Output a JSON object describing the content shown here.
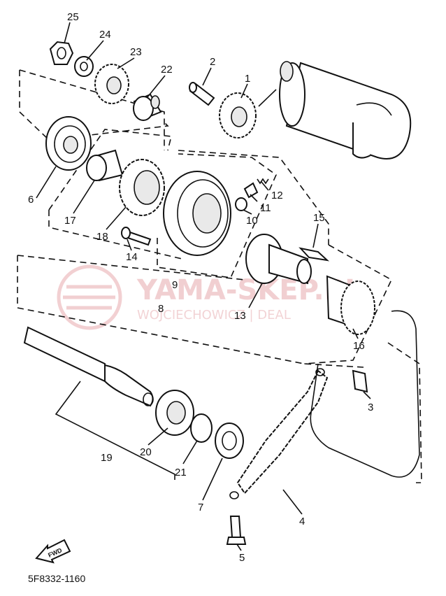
{
  "diagram": {
    "callouts": [
      "1",
      "2",
      "3",
      "4",
      "5",
      "6",
      "7",
      "8",
      "9",
      "10",
      "11",
      "12",
      "13",
      "14",
      "15",
      "16",
      "17",
      "18",
      "19",
      "20",
      "21",
      "22",
      "23",
      "24",
      "25"
    ],
    "fwd_label": "FWD",
    "drawing_code": "5F8332-1160"
  },
  "watermark": {
    "brand": "YAMA-SKEP.PL",
    "subtitle": "WOJCIECHOWICZ | DEAL"
  },
  "colors": {
    "line": "#111111",
    "watermark": "#e7a9ad"
  }
}
